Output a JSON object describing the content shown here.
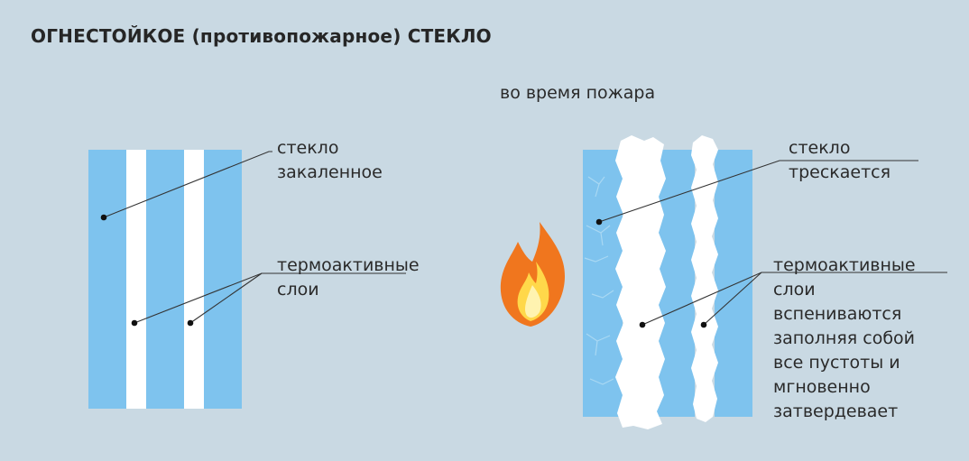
{
  "title": "ОГНЕСТОЙКОЕ (противопожарное) СТЕКЛО",
  "left_panel": {
    "glass_label_line1": "стекло",
    "glass_label_line2": "закаленное",
    "layers_label_line1": "термоактивные",
    "layers_label_line2": "слои"
  },
  "right_panel": {
    "subtitle": "во время пожара",
    "glass_label_line1": "стекло",
    "glass_label_line2": "трескается",
    "layers_label_lines": [
      "термоактивные",
      "слои",
      "вспениваются",
      "заполняя собой",
      "все пустоты и",
      "мгновенно",
      "затвердевает"
    ]
  },
  "colors": {
    "background": "#c9d9e3",
    "glass": "#7ec3ee",
    "layer": "#ffffff",
    "flame_outer": "#f0761e",
    "flame_inner": "#ffd84a"
  },
  "icons": [
    "fire-icon"
  ]
}
